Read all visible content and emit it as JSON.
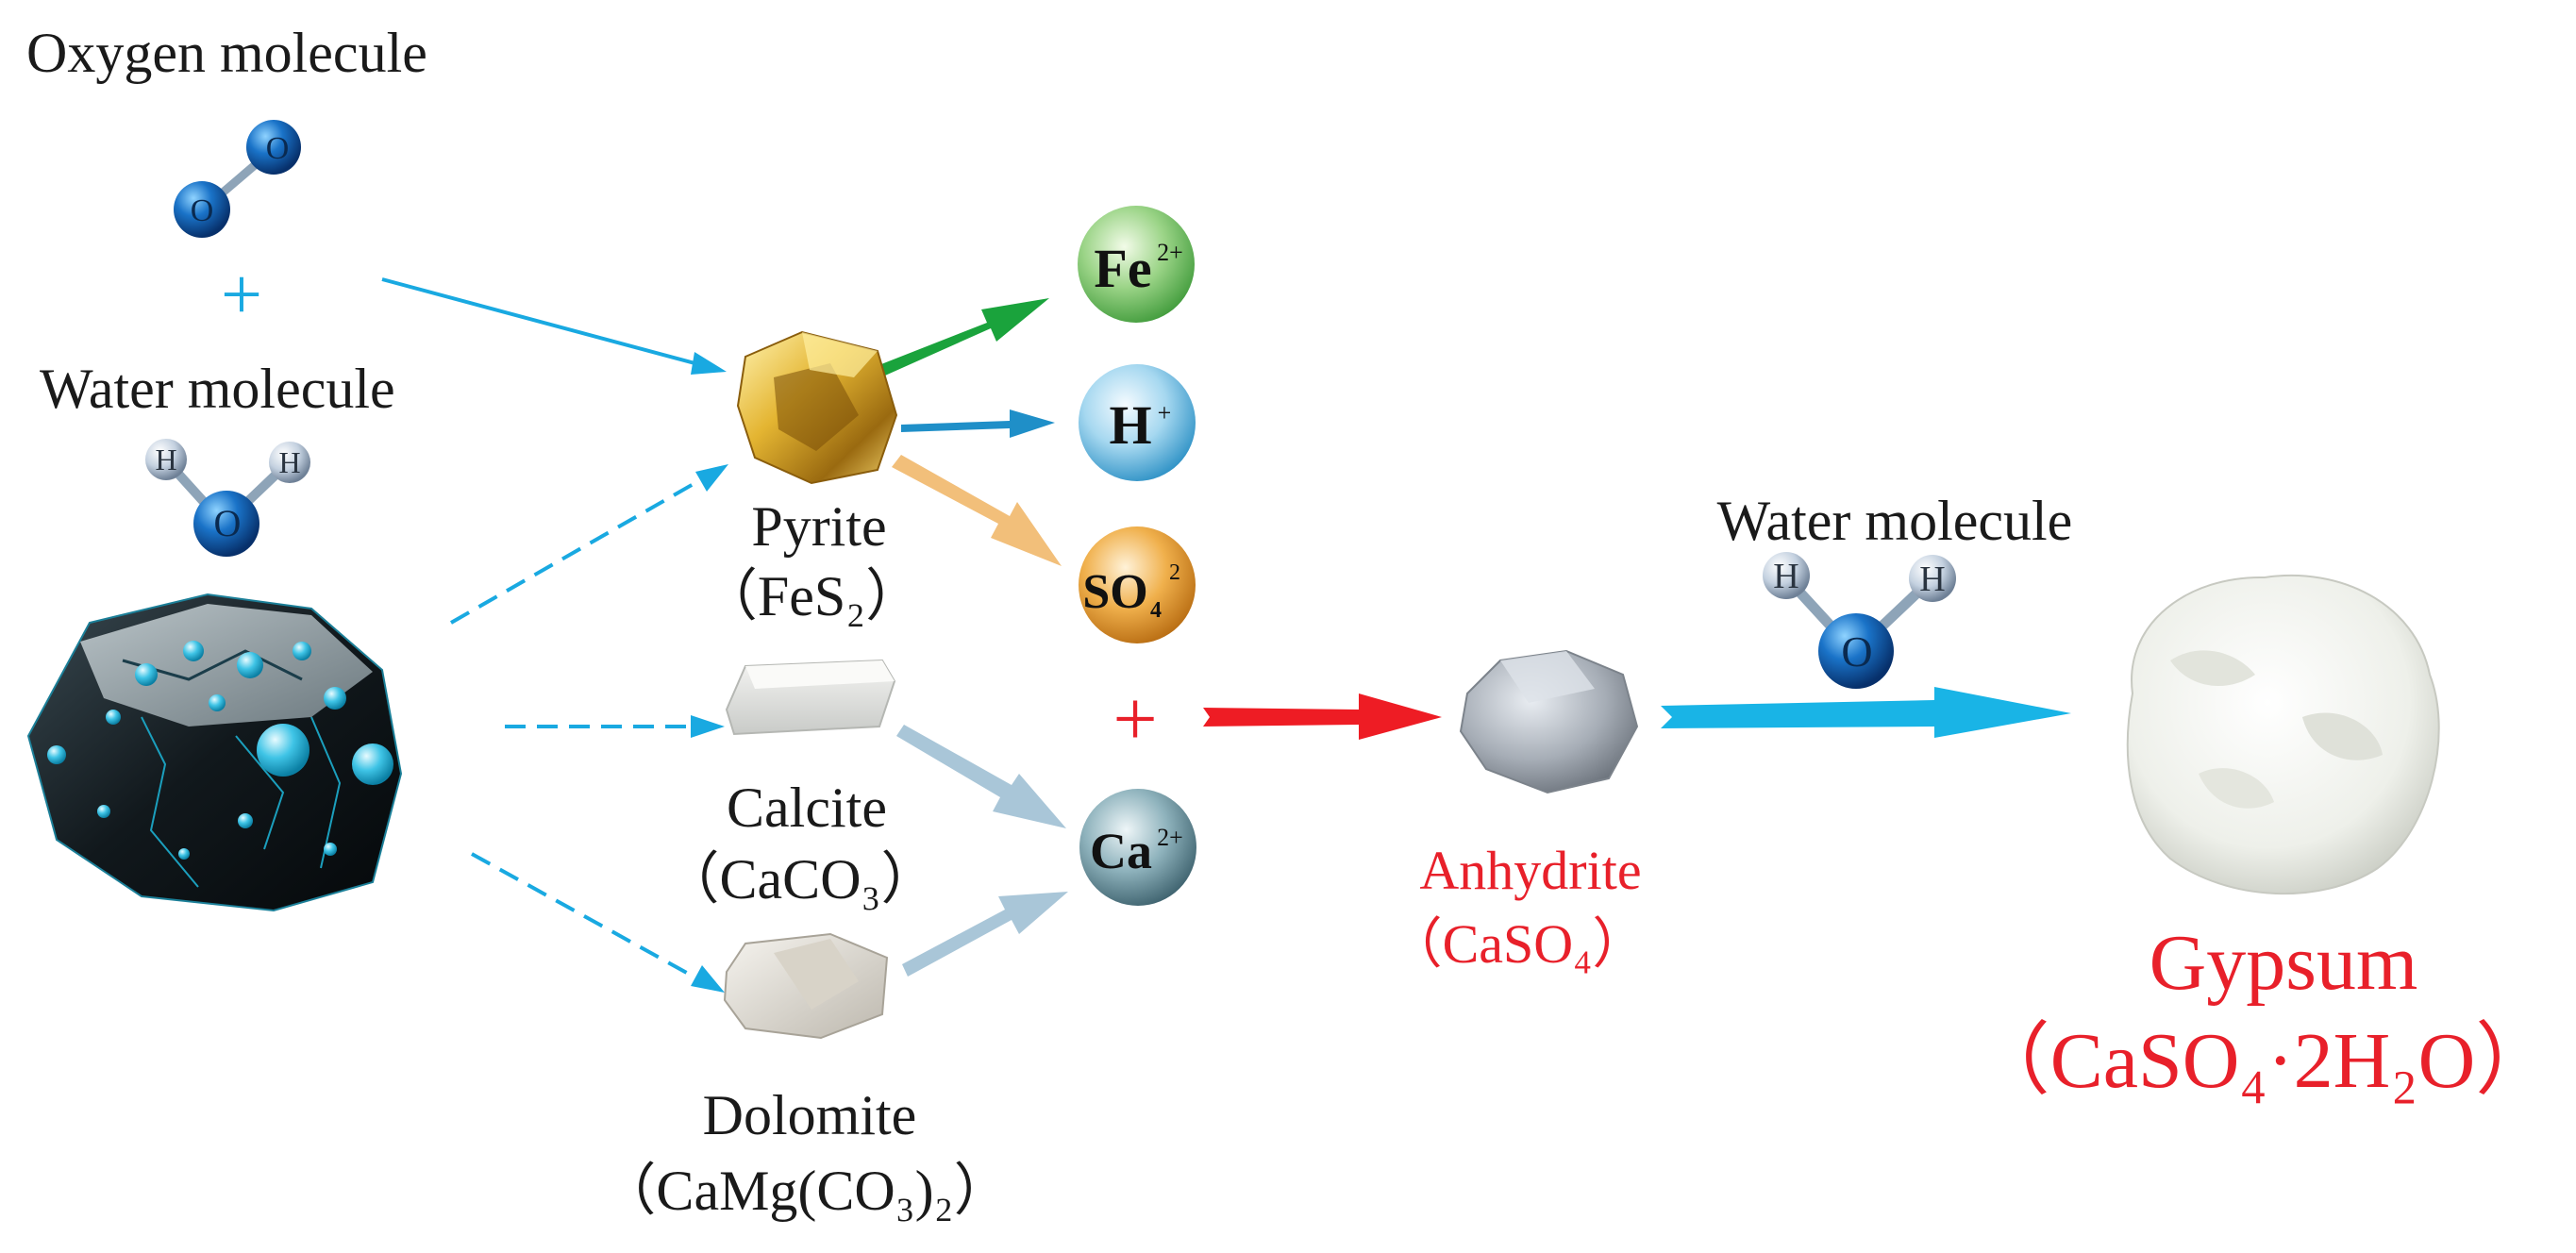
{
  "labels": {
    "oxygen": "Oxygen molecule",
    "water_left": "Water molecule",
    "water_right": "Water molecule",
    "pyrite_name": "Pyrite",
    "pyrite_formula": "（FeS₂）",
    "calcite_name": "Calcite",
    "calcite_formula": "（CaCO₃）",
    "dolomite_name": "Dolomite",
    "dolomite_formula": "（CaMg(CO₃)₂）",
    "anhydrite_name": "Anhydrite",
    "anhydrite_formula": "（CaSO₄）",
    "gypsum_name": "Gypsum",
    "gypsum_formula": "（CaSO₄·2H₂O）"
  },
  "atoms": {
    "oxygen": "O",
    "hydrogen": "H"
  },
  "ions": {
    "fe": {
      "symbol": "Fe",
      "charge": "2+"
    },
    "h": {
      "symbol": "H",
      "charge": "+"
    },
    "so4": {
      "symbol": "SO",
      "sub": "4",
      "charge": "2"
    },
    "ca": {
      "symbol": "Ca",
      "charge": "2+"
    }
  },
  "operators": {
    "plus_left": "+",
    "plus_center": "+"
  },
  "colors": {
    "text": "#1a1a1a",
    "red_label": "#e8202a",
    "cyan_arrow": "#19a9e1",
    "green_arrow": "#1aa33c",
    "blue_arrow": "#1f8fc8",
    "orange_arrow": "#f2bf7a",
    "grey_arrow": "#a9c6d8",
    "red_arrow": "#ee1c24",
    "fe_sphere": "#8cd07a",
    "h_sphere": "#8fcdea",
    "so4_sphere": "#eda63a",
    "ca_sphere": "#6f9aa6",
    "atom_blue": "#1565b8",
    "atom_white": "#b9c7d8"
  }
}
